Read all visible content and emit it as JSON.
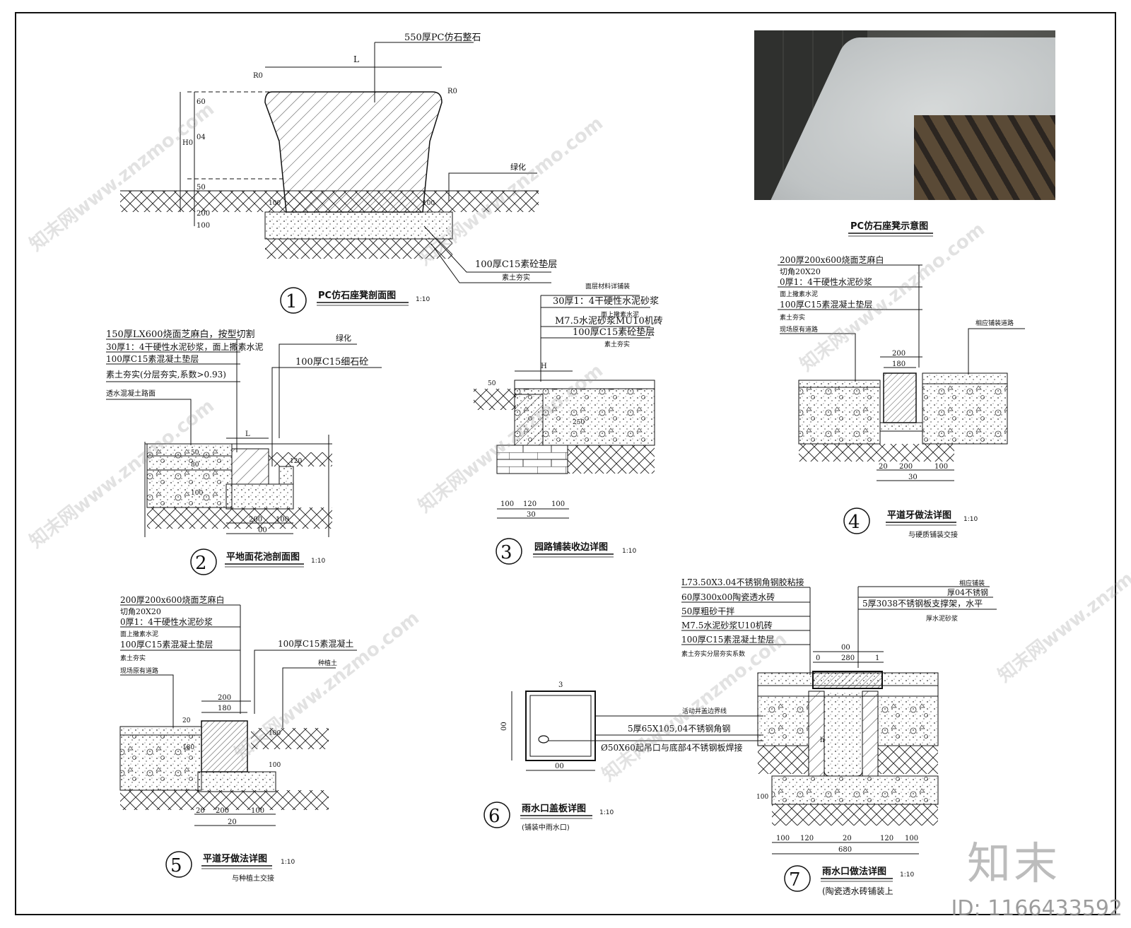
{
  "sheet": {
    "watermark_text": "知末网www.znzmo.com",
    "logo": "知末",
    "id_label": "ID: 1166433592",
    "photo_icon": "stone-bench-photo"
  },
  "d1": {
    "num": "1",
    "title": "PC仿石座凳剖面图",
    "scale": "1:10",
    "top_label": "550厚PC仿石整石",
    "dim_L": "L",
    "r_left": "R0",
    "r_right": "R0",
    "d60": "60",
    "d40": "04",
    "d50": "50",
    "dH0": "H0",
    "d100": "100",
    "d200": "200",
    "green": "绿化",
    "pad": "100厚C15素砼垫层",
    "soil": "素土夯实",
    "b100a": "100",
    "b100b": "100"
  },
  "photo": {
    "caption": "PC仿石座凳示意图"
  },
  "d2": {
    "num": "2",
    "title": "平地面花池剖面图",
    "scale": "1:10",
    "l1": "150厚LX600烧面芝麻白，按型切割",
    "l2": "30厚1：4干硬性水泥砂浆，面上撒素水泥",
    "l3": "100厚C15素混凝土垫层",
    "l4": "素土夯实(分层夯实,系数>0.93)",
    "l5": "透水混凝土路面",
    "green": "绿化",
    "fine": "100厚C15细石砼",
    "dL": "L",
    "d200": "200",
    "d100": "100",
    "dtot": "00",
    "v50": "50",
    "v80": "80",
    "v100": "100",
    "v120": "120"
  },
  "d3": {
    "num": "3",
    "title": "园路铺装收边详图",
    "scale": "1:10",
    "l0": "面层材料详铺装",
    "l1": "30厚1：4干硬性水泥砂浆",
    "l1b": "面上撒素水泥",
    "l2": "M7.5水泥砂浆MU10机砖",
    "l3": "100厚C15素砼垫层",
    "l4": "素土夯实",
    "dH": "H",
    "d50": "50",
    "d250": "250",
    "b1": "100",
    "b2": "120",
    "b3": "100",
    "btot": "30"
  },
  "d4": {
    "num": "4",
    "title": "平道牙做法详图",
    "scale": "1:10",
    "sub": "与硬质铺装交接",
    "l1": "200厚200x600烧面芝麻白",
    "l2": "切角20X20",
    "l3": "0厚1：4干硬性水泥砂浆",
    "l4": "面上撒素水泥",
    "l5": "100厚C15素混凝土垫层",
    "l6": "素土夯实",
    "l7": "现场原有道路",
    "l8": "相应铺装道路",
    "d200": "200",
    "d180": "180",
    "b20": "20",
    "b200": "200",
    "b100": "100",
    "btot": "30"
  },
  "d5": {
    "num": "5",
    "title": "平道牙做法详图",
    "scale": "1:10",
    "sub": "与种植土交接",
    "l1": "200厚200x600烧面芝麻白",
    "l2": "切角20X20",
    "l3": "0厚1：4干硬性水泥砂浆",
    "l4": "面上撒素水泥",
    "l5": "100厚C15素混凝土垫层",
    "l6": "素土夯实",
    "l7": "现场原有道路",
    "concrete": "100厚C15素混凝土",
    "plant": "种植土",
    "d200": "200",
    "d180": "180",
    "v100a": "100",
    "v100b": "100",
    "v180": "180",
    "v20": "20",
    "b20": "20",
    "b200": "200",
    "b100": "100",
    "btot": "20"
  },
  "d6": {
    "num": "6",
    "title": "雨水口盖板详图",
    "scale": "1:10",
    "sub": "(铺装中雨水口)",
    "d3": "3",
    "d00a": "00",
    "d00b": "00",
    "edge": "活动井盖边界线",
    "n1": "5厚65X105,04不锈钢角钢",
    "n2": "Ø50X60起吊口与底部4不锈钢板焊接"
  },
  "d7": {
    "num": "7",
    "title": "雨水口做法详图",
    "scale": "1:10",
    "sub": "(陶瓷透水砖铺装上",
    "l1": "L73.50X3.04不锈钢角钢胶粘接",
    "l2": "60厚300x00陶瓷透水砖",
    "l3": "50厚粗砂干拌",
    "l4": "M7.5水泥砂浆U10机砖",
    "l5": "100厚C15素混凝土垫层",
    "l6": "素土夯实分层夯实系数",
    "r1": "相应铺装",
    "r2": "厚04不锈钢",
    "r3": "5厚3038不锈钢板支撑架，水平",
    "r4": "厚水泥砂浆",
    "t00": "00",
    "t0": "0",
    "t280": "280",
    "t1": "1",
    "vh": "h",
    "v100": "100",
    "b1": "100",
    "b2": "120",
    "b3": "20",
    "b4": "120",
    "b5": "100",
    "btot": "680"
  }
}
